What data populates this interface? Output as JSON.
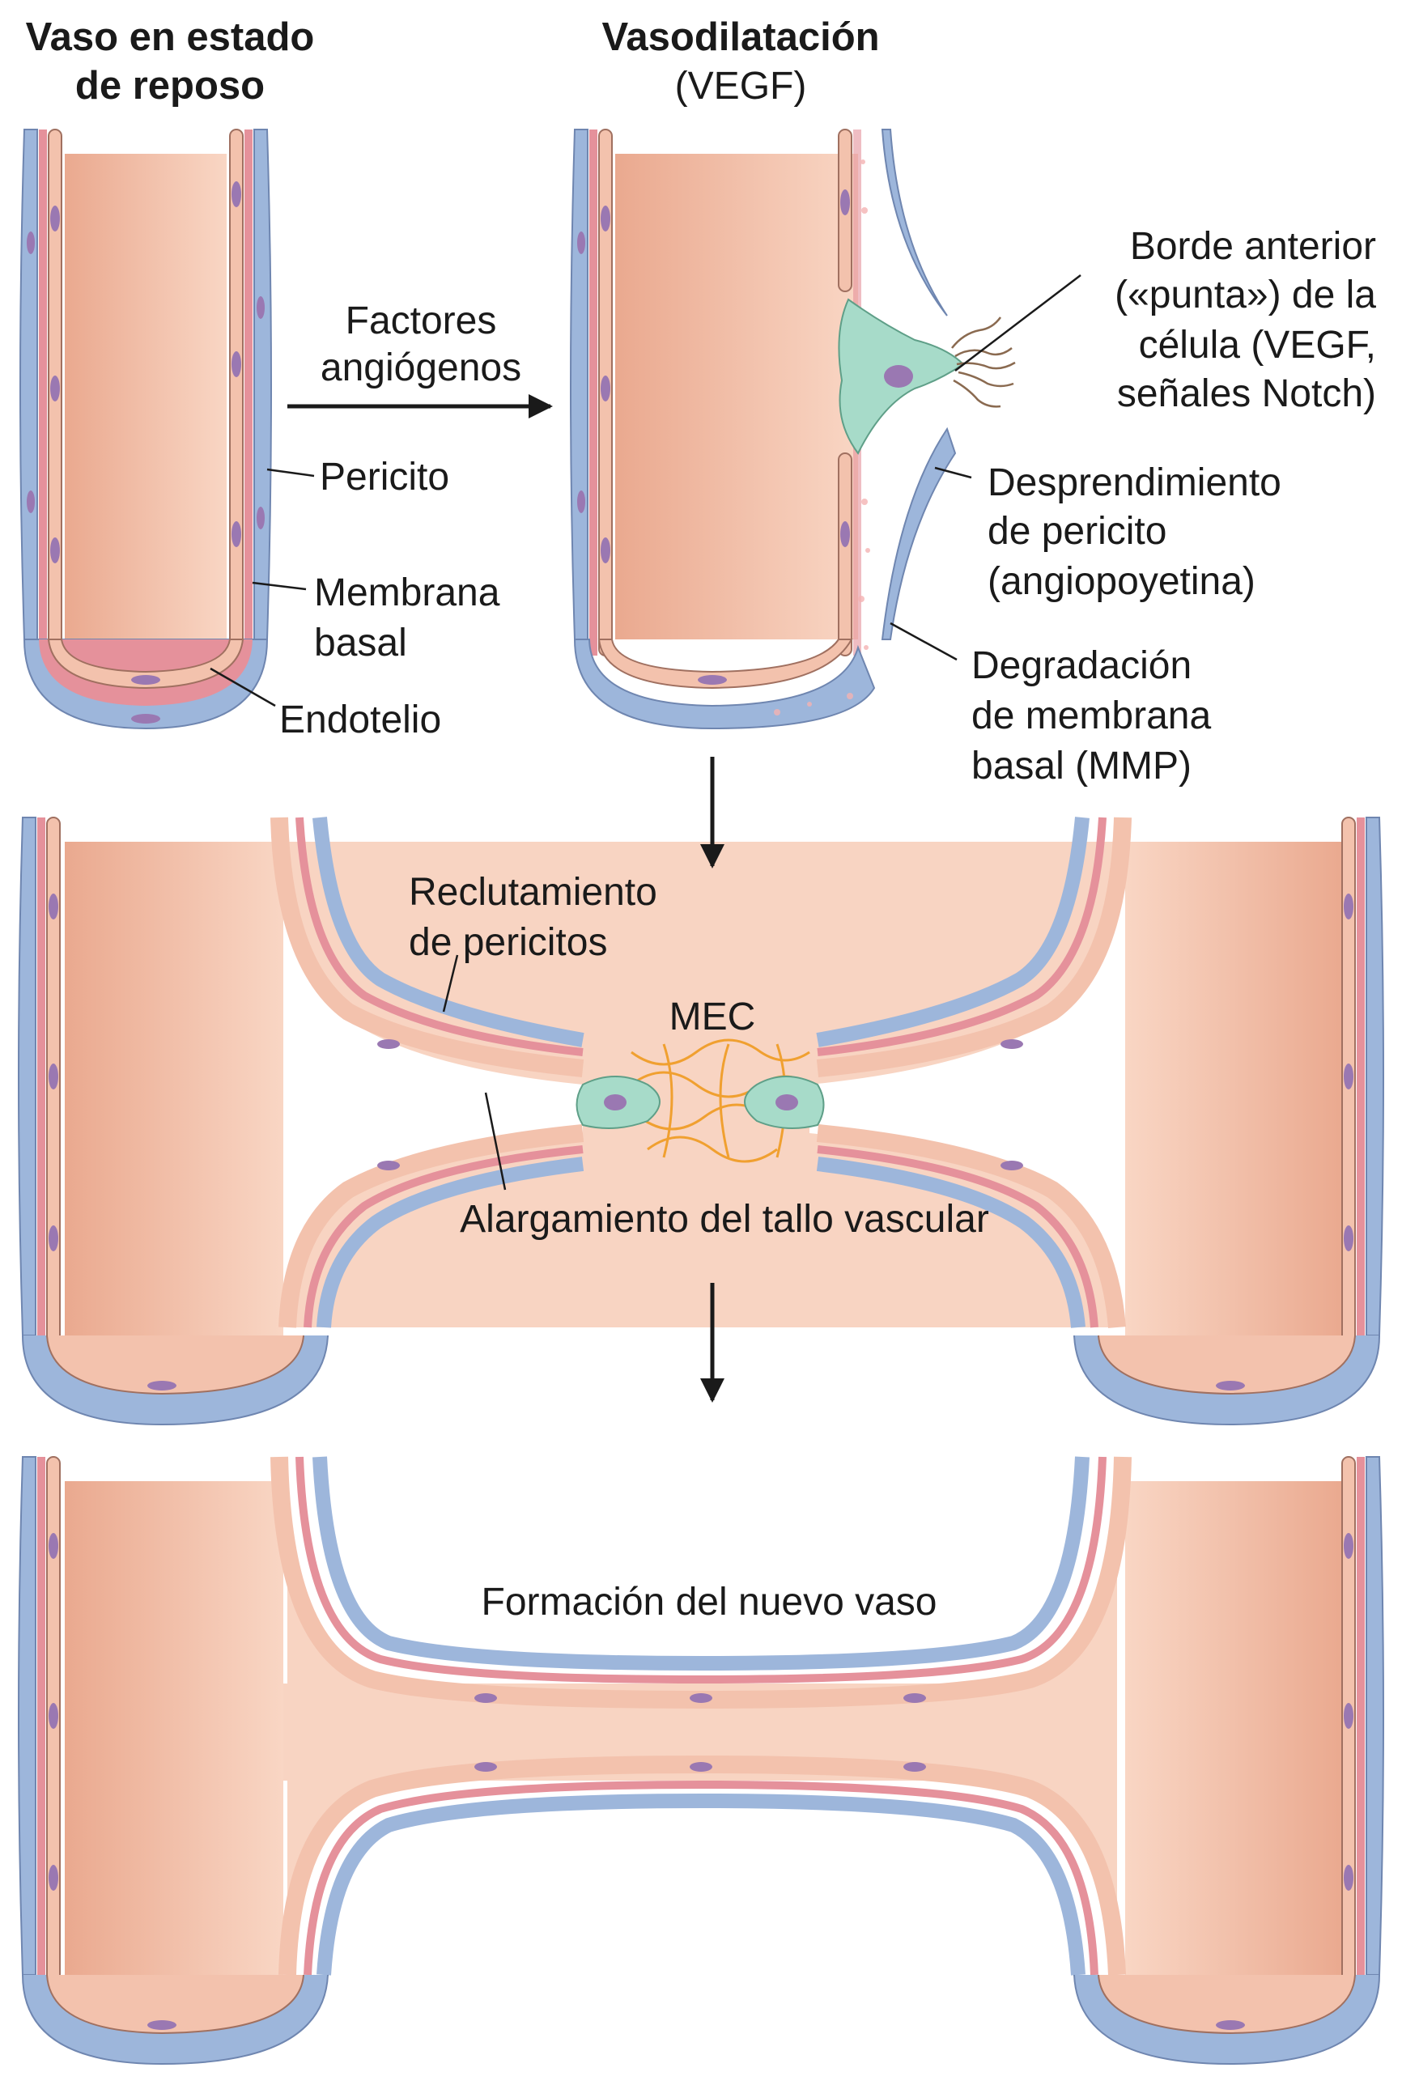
{
  "titles": {
    "resting_line1": "Vaso en estado",
    "resting_line2": "de reposo",
    "vasodilation": "Vasodilatación",
    "vasodilation_sub": "(VEGF)"
  },
  "arrows": {
    "factors_line1": "Factores",
    "factors_line2": "angiógenos"
  },
  "labels": {
    "pericyte": "Pericito",
    "basal_membrane_line1": "Membrana",
    "basal_membrane_line2": "basal",
    "endothelium": "Endotelio",
    "tip_cell_line1": "Borde anterior",
    "tip_cell_line2": "(«punta») de la",
    "tip_cell_line3": "célula (VEGF,",
    "tip_cell_line4": "señales Notch)",
    "pericyte_detach_line1": "Desprendimiento",
    "pericyte_detach_line2": "de pericito",
    "pericyte_detach_line3": "(angiopoyetina)",
    "bm_degradation_line1": "Degradación",
    "bm_degradation_line2": "de membrana",
    "bm_degradation_line3": "basal (MMP)",
    "pericyte_recruit_line1": "Reclutamiento",
    "pericyte_recruit_line2": "de pericitos",
    "ecm": "MEC",
    "stalk_elongation": "Alargamiento del tallo vascular",
    "new_vessel": "Formación del nuevo vaso"
  },
  "colors": {
    "pericyte_blue": "#9db6db",
    "basement_pink": "#e5919b",
    "endothelium_peach": "#f3c2ad",
    "lumen": "#f8d4c2",
    "nucleus_purple": "#9a78b2",
    "tip_cell_green": "#a7dbc9",
    "ecm_orange": "#f0a030"
  }
}
